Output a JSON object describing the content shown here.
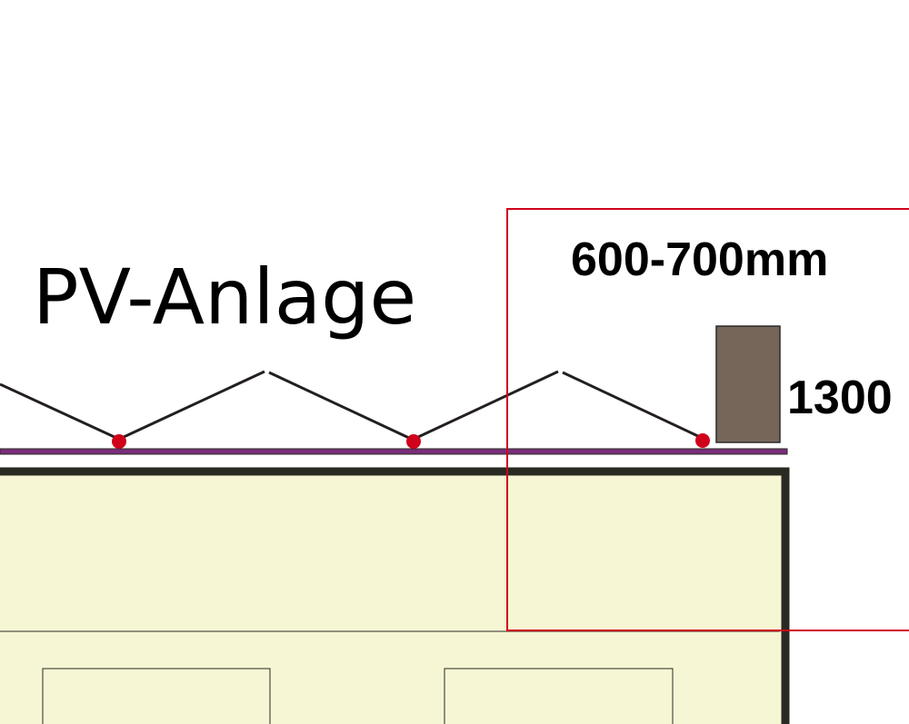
{
  "title": "PV-Anlage",
  "dimensions": {
    "spacing": "600-700mm",
    "height": "1300"
  },
  "colors": {
    "background": "#ffffff",
    "building_fill": "#f6f6d4",
    "building_outline": "#2a2a22",
    "roof_membrane": "#7a2d7a",
    "panel_line": "#231f20",
    "anchor_point": "#d0021b",
    "highlight_frame": "#d0021b",
    "box_fill": "#76665a",
    "box_outline": "#2a2a2a"
  },
  "icons": {
    "anchor": "red-dot-icon"
  }
}
